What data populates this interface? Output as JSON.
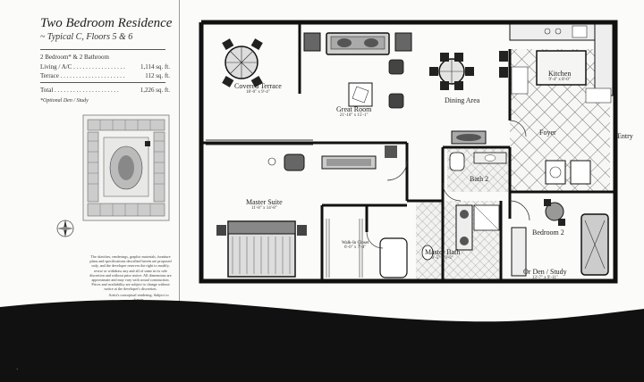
{
  "left": {
    "title": "Two Bedroom Residence",
    "subtitle": "~ Typical C, Floors 5 & 6",
    "bed_bath": "2 Bedroom* & 2 Bathroom",
    "specs": [
      {
        "label": "Living / A/C . . . . . . . . . . . . . . . . .",
        "value": "1,114 sq. ft."
      },
      {
        "label": "Terrace . . . . . . . . . . . . . . . . . . . . .",
        "value": "112 sq. ft."
      }
    ],
    "total": {
      "label": "Total . . . . . . . . . . . . . . . . . . . . .",
      "value": "1,226 sq. ft."
    },
    "note": "*Optional Den / Study",
    "disclaimer": "The sketches, renderings, graphic materials, furniture plans and specifications described herein are proposed only, and the developer reserves the right to modify, revise or withdraw any and all of same in its sole discretion and without prior notice. All dimensions are approximate and may vary with actual construction. Prices and availability are subject to change without notice at the developer's discretion.",
    "render_note": "Artist's conceptual rendering. Subject to change."
  },
  "rooms": [
    {
      "name": "Covered Terrace",
      "dims": "18'-0\" x 9'-4\""
    },
    {
      "name": "Great Room",
      "dims": "21'-10\" x 15'-1\""
    },
    {
      "name": "Dining Area",
      "dims": ""
    },
    {
      "name": "Kitchen",
      "dims": "9'-4\" x 8'-0\""
    },
    {
      "name": "Foyer",
      "dims": ""
    },
    {
      "name": "Master Suite",
      "dims": "11'-8\" x 14'-8\""
    },
    {
      "name": "Bath 2",
      "dims": ""
    },
    {
      "name": "Master Bath",
      "dims": "9'-5\" x 9'-3\""
    },
    {
      "name": "Walk-In Closet",
      "dims": "6'-0\" x 7'-4\""
    },
    {
      "name": "Bedroom 2",
      "dims": ""
    },
    {
      "name": "Or Den / Study",
      "dims": "13'-7\" x 9'-11\""
    }
  ],
  "entry_label": "Entry"
}
